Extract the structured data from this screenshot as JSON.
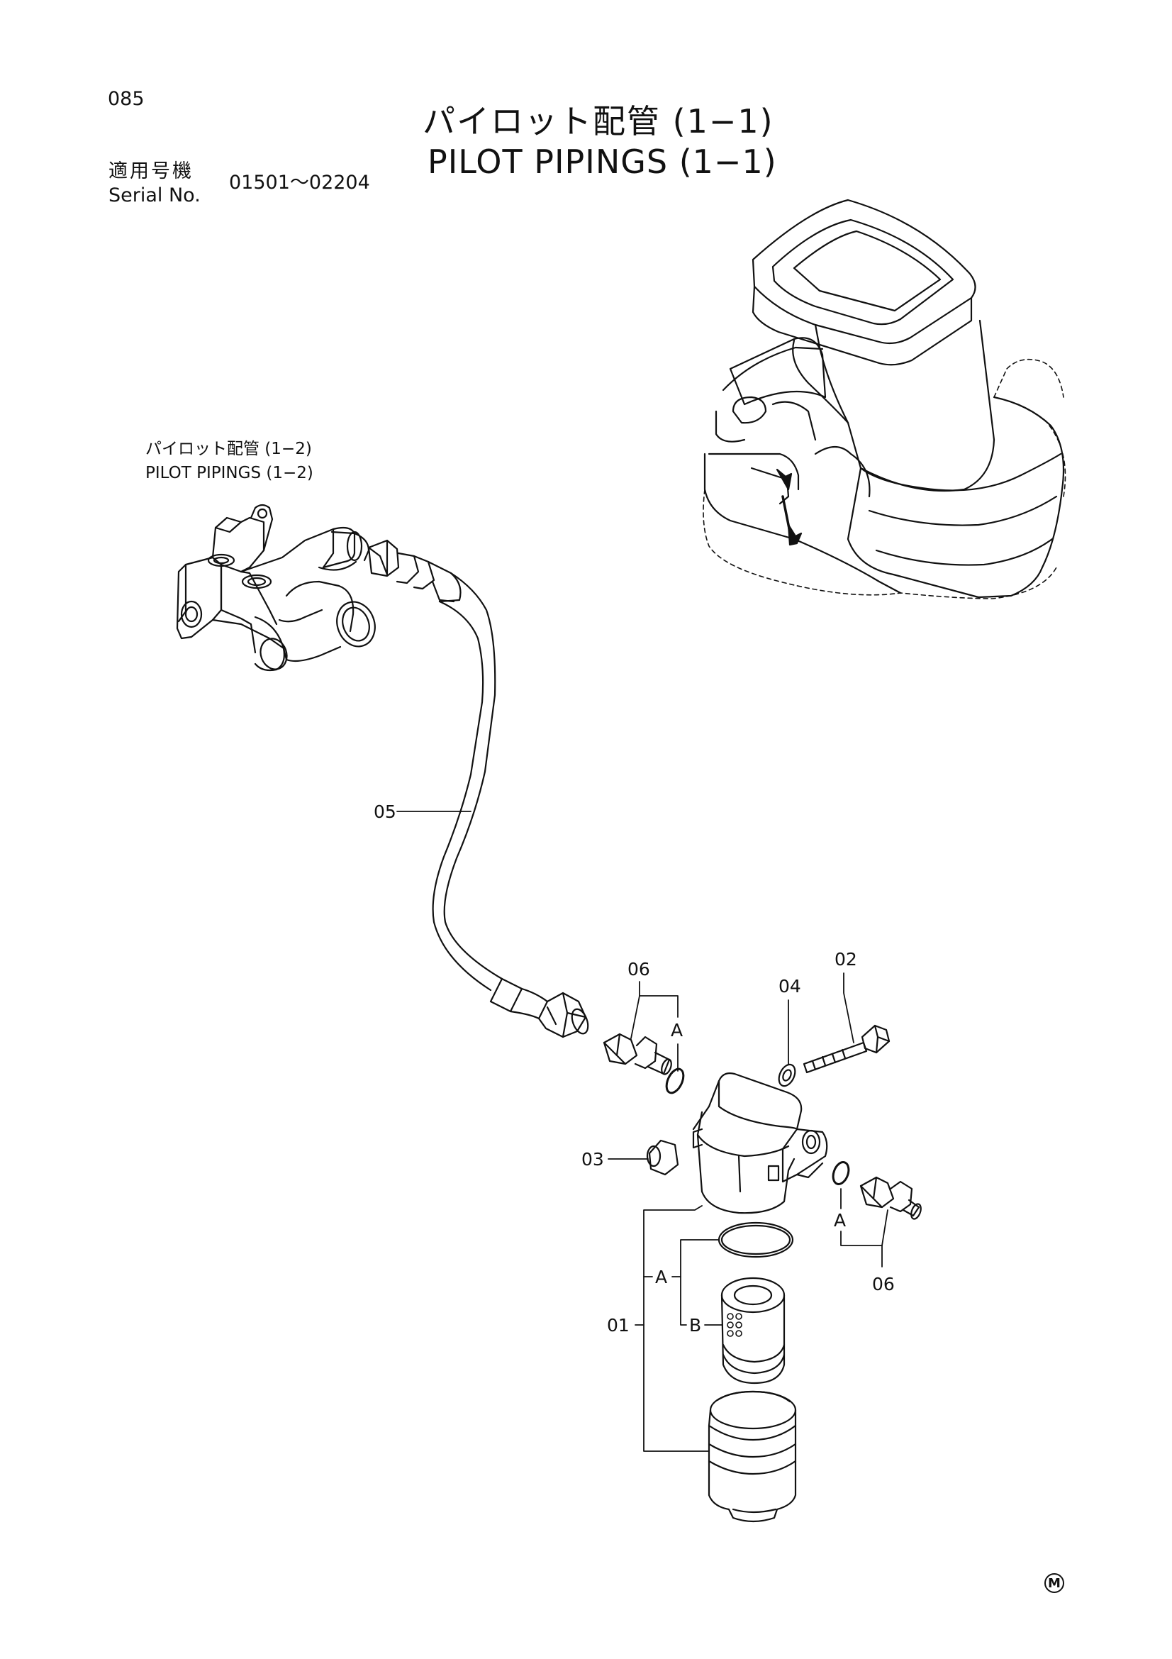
{
  "page_number": "085",
  "title": {
    "japanese": "パイロット配管 (1−1)",
    "english": "PILOT PIPINGS (1−1)"
  },
  "serial": {
    "label_japanese": "適用号機",
    "label_english": "Serial No.",
    "range": "01501～02204"
  },
  "reference": {
    "japanese": "パイロット配管 (1−2)",
    "english": "PILOT PIPINGS (1−2)"
  },
  "callouts": {
    "c01": "01",
    "c02": "02",
    "c03": "03",
    "c04": "04",
    "c05": "05",
    "c06_top": "06",
    "c06_bottom": "06",
    "a_top": "A",
    "a_right": "A",
    "a_filter": "A",
    "b_filter": "B"
  },
  "corner_mark": "M"
}
